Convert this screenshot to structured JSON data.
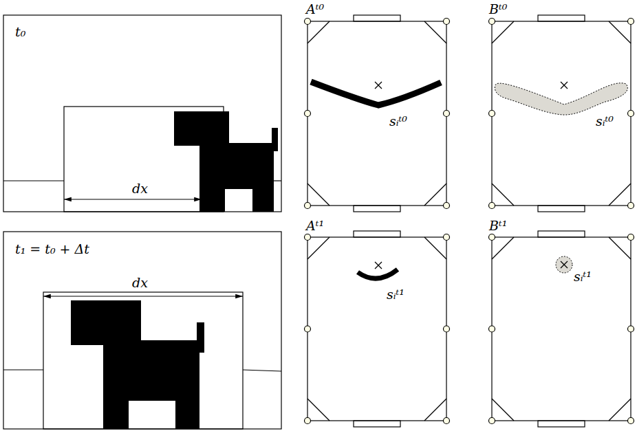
{
  "diagram": {
    "labels": [
      "t₀",
      "t₁ = t₀ + Δt",
      "dx",
      "dx",
      "Aᵗ⁰",
      "sᵢᵗ⁰",
      "Bᵗ⁰",
      "sᵢᵗ⁰",
      "Aᵗ¹",
      "sᵢᵗ¹",
      "Bᵗ¹",
      "sᵢᵗ¹"
    ]
  }
}
